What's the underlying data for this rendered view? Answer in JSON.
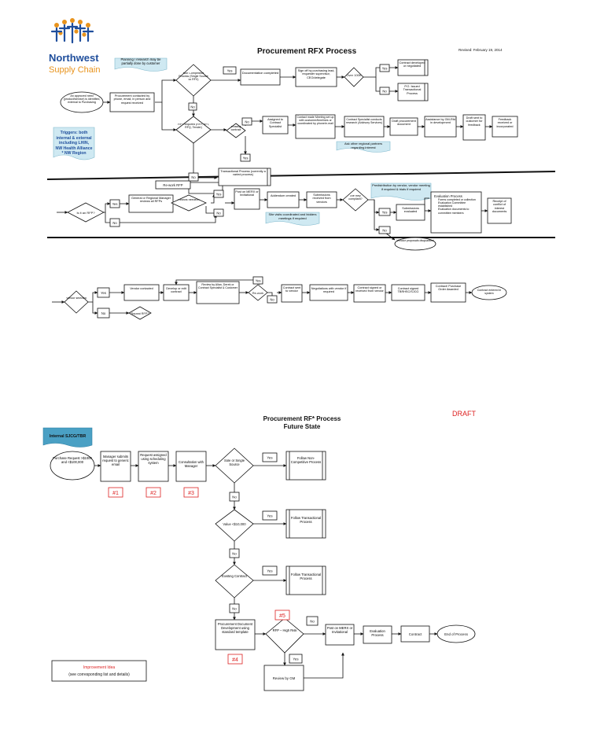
{
  "brand": {
    "name_line1": "Northwest",
    "name_line2": "Supply Chain",
    "color_blue": "#1f4e9c",
    "color_orange": "#e8931c"
  },
  "chart1": {
    "title": "Procurement RFX Process",
    "revised": "Revised: February 19, 2014",
    "nodes": {
      "start": "An approved need (product/service) is identified, external to Purchasing",
      "contacted": "Procurement contacted by phone, email, in person and request received",
      "noncomp": "Non Competitive Process (Single Source vs RFX)",
      "documentation": "Documentation completed",
      "signoff": "Sign off by purchasing lead, requester supervisor, CEO/delegate",
      "over100k": "Over 100K",
      "contract_dev": "Contract developed or negotiated",
      "po_issued": "P.O. Issued Transactional Process",
      "rf_required": "RF* Required (RFP, RFI, RFQ, Tender)",
      "existing": "Existing contract",
      "assigned": "Assigned to Contract Specialist",
      "contact_made": "Contact made Meeting set up with customer/timelines or coordinated by phone/e-mail",
      "research": "Contract Specialist conducts research (Advisory Services)",
      "draft_doc": "Draft procurement document",
      "assistance": "Assistance by GM-Rfd in development",
      "draft_sent": "Draft sent to customer for feedback",
      "feedback": "Feedback received or incorporated",
      "transactional": "Transactional Process (currently a varied process)",
      "rework_rfp": "Re-work RFP",
      "is_rfp": "Is it an RFP?",
      "gm_review": "General or Regional Manager reviews all RFPs",
      "rework_needed": "Rework needed?",
      "post_merx": "Post on MERX or Invitational",
      "addendum": "Addendum created",
      "submissions": "Submissions received from vendors",
      "compliant": "Are they compliant?",
      "evaluated": "Submissions evaluated",
      "vendor_disq": "Vendor proposals disqualified",
      "eval_title": "Evaluation Process",
      "eval_bullets": [
        "Forms completed or collection",
        "Evaluation Committee established",
        "Evaluation documents to committee members"
      ],
      "conflict": "Receipt of conflict of interest documents",
      "vendor_selected": "Vendor selected",
      "vendor_contacted": "Vendor contacted",
      "repeat_rfp": "Repeat RFP?",
      "develop": "Develop or edit contract",
      "review_allan": "Review by Allan, Derek or Contract Specialist & Customer",
      "rework2": "Re-work",
      "contract_sent": "Contract sent to vendor",
      "negotiations": "Negotiations with vendor if required",
      "signed_vendor": "Contract signed or received from vendor",
      "signed_tbrhsc": "Contract signed TBRHSC/SJCG",
      "po_awarded": "Contract/ Purchase Order Awarded",
      "entered": "Contract entered in system"
    },
    "notes": {
      "planning": "Planning / research may be partially done by customer",
      "triggers": "Triggers: both internal & external including LHIN, NW Health Alliance * NW Region",
      "ask_partners": "Ask other regional partners regarding interest",
      "predistribution": "Predistribution by vendor, vendor meeting if required & trials if required",
      "site_visits": "Site visits coordinated and bidders meetings if required"
    },
    "labels": {
      "yes": "Yes",
      "no": "No"
    }
  },
  "chart2": {
    "title_line1": "Procurement RF* Process",
    "title_line2": "Future State",
    "draft": "DRAFT",
    "tag": "Internal SJCG/TBR",
    "nodes": {
      "request": "Purchase Request >$1000 and <$100,000",
      "manager_submits": "Manager submits request to generic email",
      "assigned": "Request assigned using scheduling system",
      "consultation": "Consultation with Manager",
      "sole": "Sole or Single Source",
      "non_comp": "Follow Non-Competitive Process",
      "value": "Value <$10,000",
      "trans1": "Follow Transactional Process",
      "existing": "Existing Contract",
      "trans2": "Follow Transactional Process",
      "doc_dev": "Procurement Document Development using standard template",
      "rfp_high": "RFP – High Risk",
      "review_gm": "Review by GM",
      "post_merx": "Post on MERX or Invitational",
      "evaluation": "Evaluation Process",
      "contract": "Contract",
      "end": "End of Process"
    },
    "markers": [
      "#1",
      "#2",
      "#3",
      "#4",
      "#5"
    ],
    "improvement_title": "Improvement Idea",
    "improvement_sub": "(see corresponding list and details)",
    "labels": {
      "yes": "Yes",
      "no": "No"
    }
  }
}
